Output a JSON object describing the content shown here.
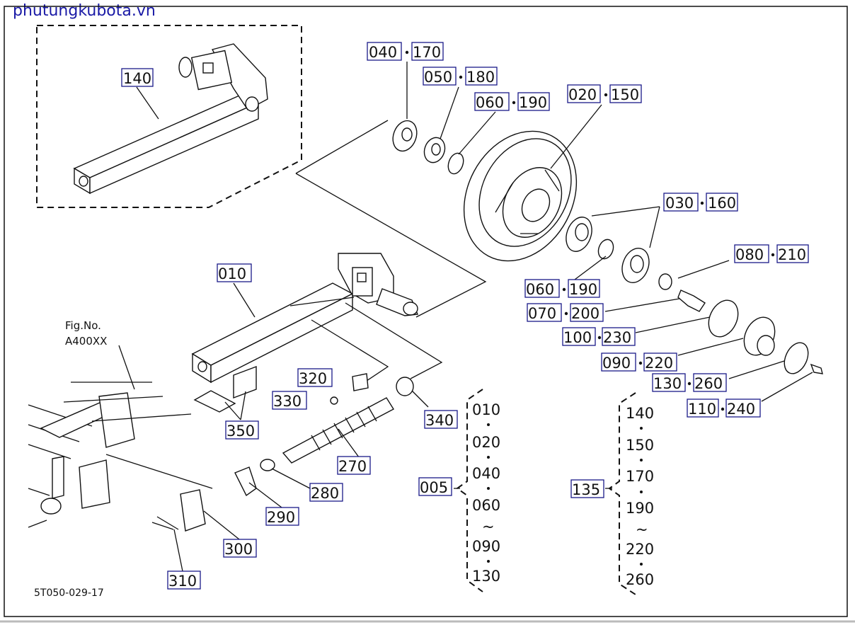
{
  "site": {
    "title": "phutungkubota.vn"
  },
  "figure": {
    "drawing_no": "5T050-029-17",
    "ref_label": "Fig.No.",
    "ref_value": "A400XX"
  },
  "callouts": {
    "c140": "140",
    "c040_170": [
      "040",
      "170"
    ],
    "c050_180": [
      "050",
      "180"
    ],
    "c060_190_top": [
      "060",
      "190"
    ],
    "c020_150": [
      "020",
      "150"
    ],
    "c030_160": [
      "030",
      "160"
    ],
    "c080_210": [
      "080",
      "210"
    ],
    "c060_190_mid": [
      "060",
      "190"
    ],
    "c070_200": [
      "070",
      "200"
    ],
    "c100_230": [
      "100",
      "230"
    ],
    "c090_220": [
      "090",
      "220"
    ],
    "c130_260": [
      "130",
      "260"
    ],
    "c110_240": [
      "110",
      "240"
    ],
    "c010": "010",
    "c320": "320",
    "c330": "330",
    "c340": "340",
    "c350": "350",
    "c270": "270",
    "c280": "280",
    "c290": "290",
    "c300": "300",
    "c310": "310"
  },
  "assemblies": {
    "a005": {
      "label": "005",
      "parts": [
        "010",
        "020",
        "040",
        "060",
        "~",
        "090",
        "130"
      ]
    },
    "a135": {
      "label": "135",
      "parts": [
        "140",
        "150",
        "170",
        "190",
        "~",
        "220",
        "260"
      ]
    }
  }
}
